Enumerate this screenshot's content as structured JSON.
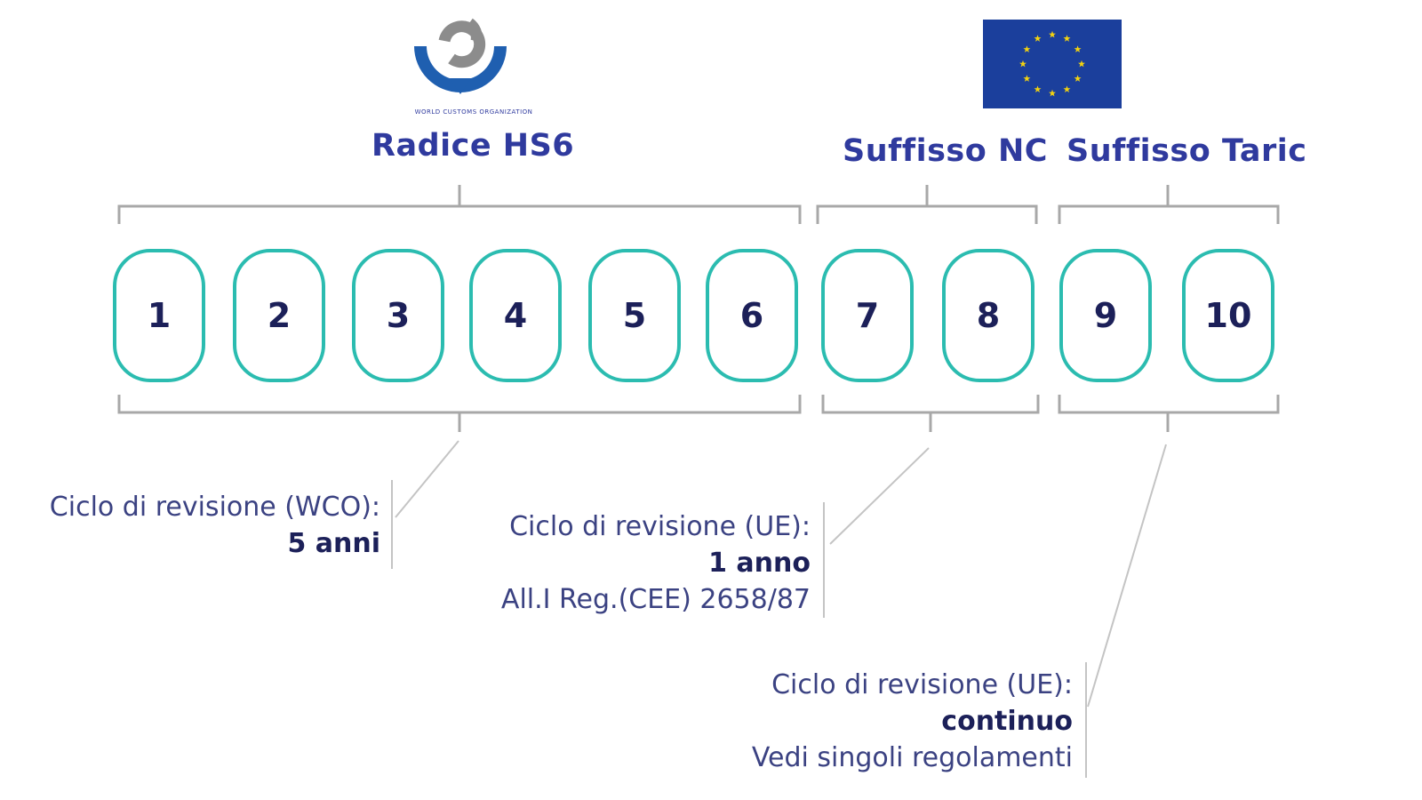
{
  "logos": {
    "wco": {
      "name": "wco-logo",
      "caption": "WORLD CUSTOMS ORGANIZATION",
      "colors": {
        "blue": "#1f5fb0",
        "gray": "#8c8c8c"
      }
    },
    "eu": {
      "name": "eu-flag",
      "colors": {
        "field": "#1b3f9c",
        "stars": "#f2d210"
      }
    }
  },
  "groups": [
    {
      "id": "hs6",
      "label": "Radice HS6"
    },
    {
      "id": "nc",
      "label": "Suffisso NC"
    },
    {
      "id": "taric",
      "label": "Suffisso Taric"
    }
  ],
  "digits": [
    "1",
    "2",
    "3",
    "4",
    "5",
    "6",
    "7",
    "8",
    "9",
    "10"
  ],
  "notes": {
    "wco": {
      "line1": "Ciclo di revisione (WCO):",
      "line2": "5 anni"
    },
    "nc": {
      "line1": "Ciclo di revisione (UE):",
      "line2": "1 anno",
      "line3": "All.I Reg.(CEE) 2658/87"
    },
    "taric": {
      "line1": "Ciclo di revisione (UE):",
      "line2": "continuo",
      "line3": "Vedi singoli regolamenti"
    }
  },
  "colors": {
    "box_border": "#2bbcb0",
    "label": "#2f3a9e",
    "digit": "#1c2059",
    "bracket": "#a8a8a8",
    "note": "#3b4282"
  }
}
